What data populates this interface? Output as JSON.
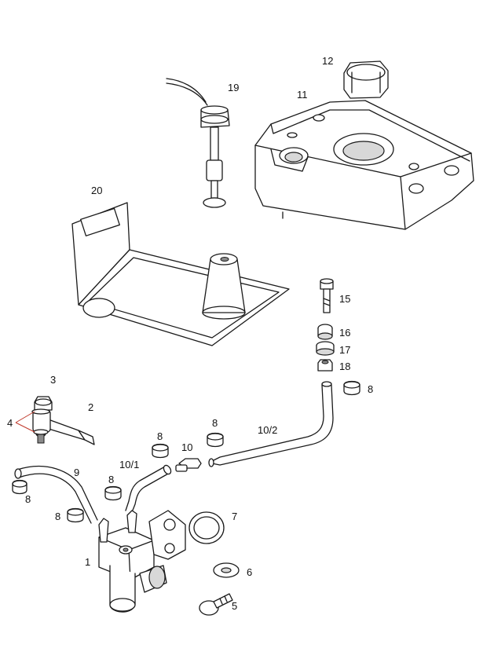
{
  "labels": {
    "p1": "1",
    "p2": "2",
    "p3": "3",
    "p4": "4",
    "p5": "5",
    "p6": "6",
    "p7": "7",
    "p8a": "8",
    "p8b": "8",
    "p8c": "8",
    "p8d": "8",
    "p8e": "8",
    "p8f": "8",
    "p9": "9",
    "p10": "10",
    "p10_1": "10/1",
    "p10_2": "10/2",
    "p11": "11",
    "p12": "12",
    "p15": "15",
    "p16": "16",
    "p17": "17",
    "p18": "18",
    "p19": "19",
    "p20": "20"
  },
  "colors": {
    "line": "#1a1a1a",
    "leader": "#c0392b"
  }
}
